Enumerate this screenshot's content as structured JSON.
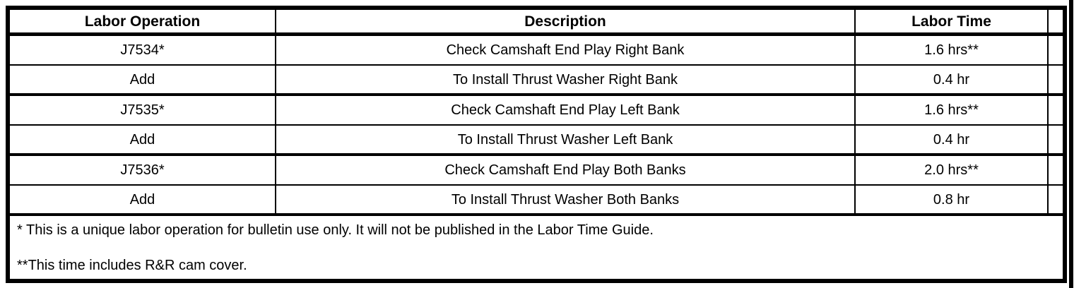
{
  "colors": {
    "border": "#000000",
    "background": "#ffffff",
    "text": "#000000"
  },
  "table": {
    "columns": {
      "labor_operation": "Labor Operation",
      "description": "Description",
      "labor_time": "Labor Time",
      "spare": ""
    },
    "rows": [
      {
        "op": "J7534*",
        "desc": "Check Camshaft End Play Right Bank",
        "time": "1.6 hrs**"
      },
      {
        "op": "Add",
        "desc": "To Install Thrust Washer Right Bank",
        "time": "0.4 hr"
      },
      {
        "op": "J7535*",
        "desc": "Check Camshaft End Play Left Bank",
        "time": "1.6 hrs**"
      },
      {
        "op": "Add",
        "desc": "To Install Thrust Washer Left Bank",
        "time": "0.4 hr"
      },
      {
        "op": "J7536*",
        "desc": "Check Camshaft End Play Both Banks",
        "time": "2.0 hrs**"
      },
      {
        "op": "Add",
        "desc": "To Install Thrust Washer Both Banks",
        "time": "0.8 hr"
      }
    ],
    "footnotes": [
      "* This is a unique labor operation for bulletin use only. It will not be published in the Labor Time Guide.",
      "**This time includes R&R cam cover."
    ]
  }
}
